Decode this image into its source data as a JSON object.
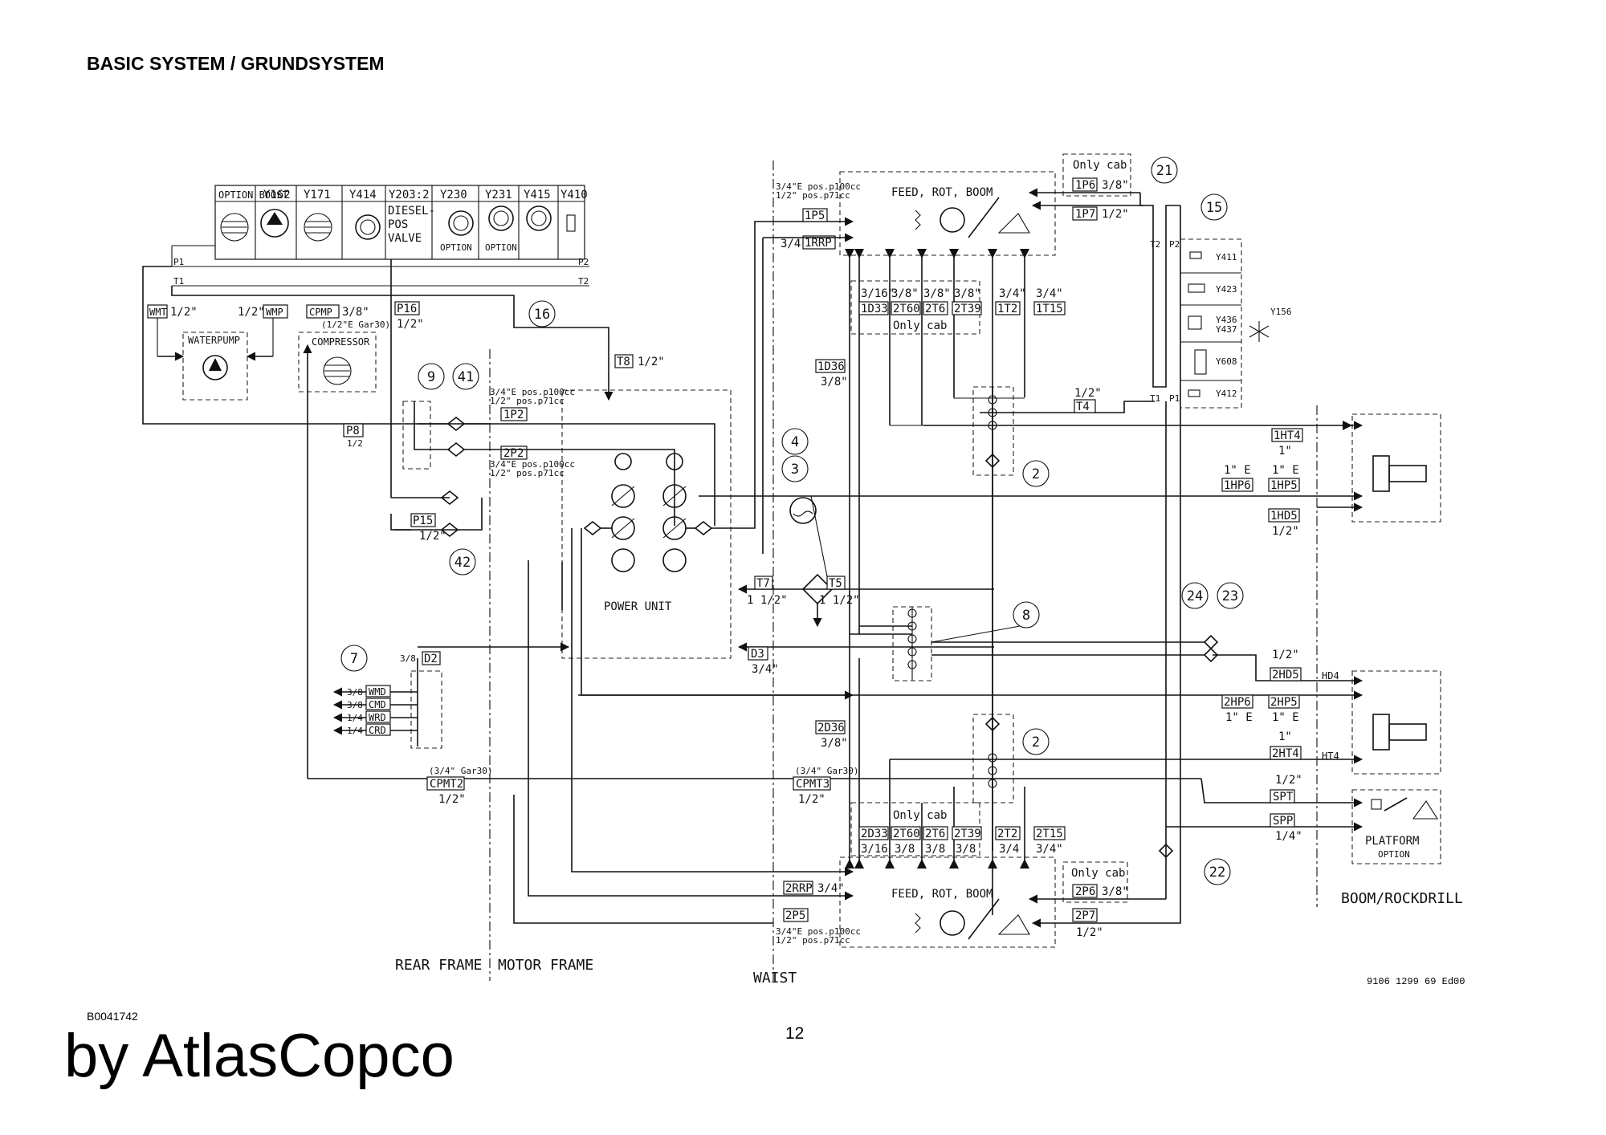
{
  "header": {
    "title": "BASIC SYSTEM / GRUNDSYSTEM"
  },
  "footer": {
    "code": "B0041742",
    "page": "12",
    "brand": "by AtlasCopco",
    "drawing_no": "9106 1299 69 Ed00"
  },
  "sections": {
    "rear": "REAR FRAME",
    "motor": "MOTOR FRAME",
    "waist": "WAIST",
    "boom": "BOOM/ROCKDRILL"
  },
  "valve_bank": {
    "tags": [
      "OPTION BOOST",
      "Y162",
      "Y171",
      "Y414",
      "Y203:2",
      "Y230",
      "Y231",
      "Y415",
      "Y410"
    ],
    "diesel_text": [
      "DIESEL-",
      "POS",
      "VALVE"
    ],
    "option_word": "OPTION",
    "ports": {
      "p1": "P1",
      "t1": "T1",
      "p2": "P2",
      "t2": "T2"
    }
  },
  "rear_components": {
    "waterpump": "WATERPUMP",
    "compressor": "COMPRESSOR",
    "cpmp_note": "(1/2\"E Gar30)"
  },
  "power_unit": "POWER UNIT",
  "feed_block": {
    "label": "FEED, ROT, BOOM",
    "only_cab": "Only cab"
  },
  "solenoids": [
    "Y411",
    "Y423",
    "Y436",
    "Y437",
    "Y156",
    "Y608",
    "Y412"
  ],
  "platform": {
    "label": "PLATFORM",
    "option": "OPTION"
  },
  "notes": {
    "pos_a": "3/4\"E pos.p100cc",
    "pos_b": "1/2\"  pos.p71cc",
    "gar30": "(3/4\" Gar30)"
  },
  "hoses": {
    "WMT": "WMT",
    "WMP": "WMP",
    "CPMP": "CPMP",
    "P16": "P16",
    "T8": "T8",
    "P8": "P8",
    "1P2": "1P2",
    "2P2": "2P2",
    "P15": "P15",
    "D2": "D2",
    "WMD": "WMD",
    "CMD": "CMD",
    "WRD": "WRD",
    "CRD": "CRD",
    "CPMT2": "CPMT2",
    "CPMT3": "CPMT3",
    "1P5": "1P5",
    "1RRP": "1RRP",
    "1D36": "1D36",
    "2D36": "2D36",
    "T7": "T7",
    "T5": "T5",
    "D3": "D3",
    "1P6": "1P6",
    "1P7": "1P7",
    "T4": "T4",
    "1D33": "1D33",
    "1T60": "2T60",
    "1T6": "2T6",
    "1T39": "2T39",
    "1T2": "1T2",
    "1T15": "1T15",
    "2D33": "2D33",
    "2T60": "2T60",
    "2T6": "2T6",
    "2T39": "2T39",
    "2T2": "2T2",
    "2T15": "2T15",
    "1HT4": "1HT4",
    "1HP6": "1HP6",
    "1HP5": "1HP5",
    "1HD5": "1HD5",
    "2HD5": "2HD5",
    "HD4": "HD4",
    "2HP6": "2HP6",
    "2HP5": "2HP5",
    "2HT4": "2HT4",
    "HT4": "HT4",
    "SPT": "SPT",
    "SPP": "SPP",
    "2RRP": "2RRP",
    "2P5": "2P5",
    "2P6": "2P6",
    "2P7": "2P7"
  },
  "sizes": {
    "half": "1/2\"",
    "threeq": "3/4\"",
    "threeeighth": "3/8\"",
    "quarter": "1/4\"",
    "threesixteenth": "3/16\"",
    "one_half": "1 1/2\"",
    "oneE": "1\" E",
    "one": "1\"",
    "pl_half": "1/2",
    "pl_threeq": "3/4",
    "pl_threeeighth": "3/8",
    "pl_quarter": "1/4",
    "pl_threesixteenth": "3/16"
  },
  "callouts": [
    "21",
    "15",
    "16",
    "9",
    "41",
    "42",
    "4",
    "3",
    "2",
    "8",
    "7",
    "24",
    "23",
    "2",
    "22"
  ]
}
